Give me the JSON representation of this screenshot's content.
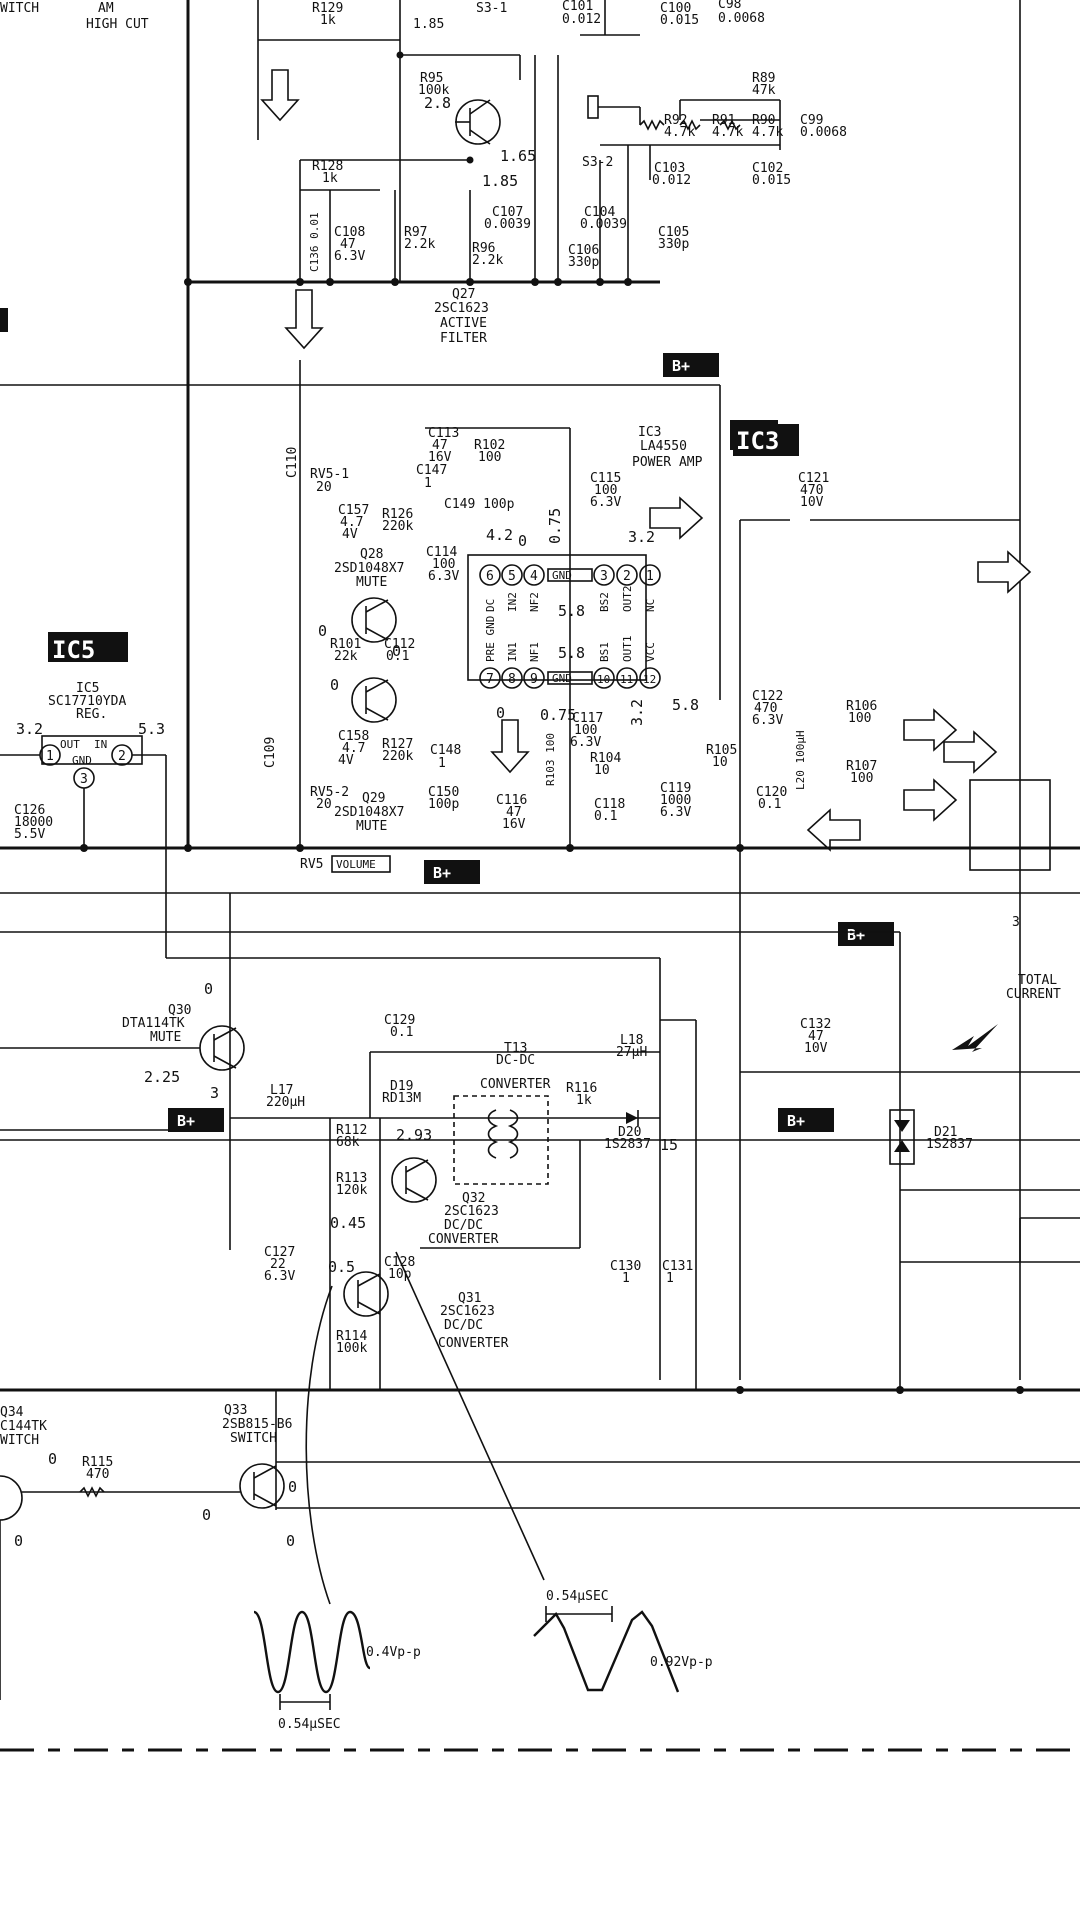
{
  "top_fragments": {
    "l1": "WITCH",
    "l2": "AM",
    "l3": "HIGH CUT",
    "l4": "R129",
    "l5": "1k",
    "l6": "1.85",
    "l7": "S3-1",
    "l8": "C101",
    "l9": "0.012",
    "l10": "C100",
    "l11": "0.015",
    "l12": "C98",
    "l13": "0.0068"
  },
  "filter": {
    "r95": "R95",
    "r95v": "100k",
    "v28": "2.8",
    "v165": "1.65",
    "r89": "R89",
    "r89v": "47k",
    "r92": "R92",
    "r92v": "4.7k",
    "r91": "R91",
    "r91v": "4.7k",
    "r90": "R90",
    "r90v": "4.7k",
    "c99": "C99",
    "c99v": "0.0068",
    "s32": "S3-2",
    "c103": "C103",
    "c103v": "0.012",
    "c102": "C102",
    "c102v": "0.015",
    "r128": "R128",
    "r128v": "1k",
    "v185b": "1.85",
    "c136": "C136 0.01",
    "c108": "C108",
    "c108v1": "47",
    "c108v2": "6.3V",
    "r97": "R97",
    "r97v": "2.2k",
    "c107": "C107",
    "c107v": "0.0039",
    "r96": "R96",
    "r96v": "2.2k",
    "c106": "C106",
    "c106v": "330p",
    "c104": "C104",
    "c104v": "0.0039",
    "c105": "C105",
    "c105v": "330p",
    "q27": "Q27",
    "q27p": "2SC1623",
    "q27f1": "ACTIVE",
    "q27f2": "FILTER"
  },
  "bplus": "B+",
  "ic3": {
    "label": "IC3",
    "ref": "IC3",
    "part": "LA4550",
    "func": "POWER AMP",
    "c113": "C113",
    "c113v1": "47",
    "c113v2": "16V",
    "r102": "R102",
    "r102v": "100",
    "c110": "C110",
    "rv51": "RV5-1",
    "rv51v": "20",
    "c147": "C147",
    "c147v": "1",
    "c157": "C157",
    "c157v1": "4.7",
    "c157v2": "4V",
    "r126": "R126",
    "r126v": "220k",
    "c149": "C149 100p",
    "v42": "4.2",
    "v0": "0",
    "v075": "0.75",
    "c114": "C114",
    "c114v1": "100",
    "c114v2": "6.3V",
    "c115": "C115",
    "c115v1": "100",
    "c115v2": "6.3V",
    "v32": "3.2",
    "c121": "C121",
    "c121v1": "470",
    "c121v2": "10V",
    "q28": "Q28",
    "q28p": "2SD1048X7",
    "q28f": "MUTE",
    "pins_top": [
      "6",
      "5",
      "4",
      "3",
      "2",
      "1"
    ],
    "pins_bot": [
      "7",
      "8",
      "9",
      "10",
      "11",
      "12"
    ],
    "pn_top": [
      "DC",
      "IN2",
      "NF2",
      "BS2",
      "OUT2",
      "NC"
    ],
    "pn_bot": [
      "PRE GND",
      "IN1",
      "NF1",
      "BS1",
      "OUT1",
      "VCC"
    ],
    "gnd": "GND",
    "v58a": "5.8",
    "v58b": "5.8",
    "v58c": "5.8",
    "r101": "R101",
    "r101v": "22k",
    "c112": "C112",
    "c112v": "0.1",
    "q29": "Q29",
    "q29p": "2SD1048X7",
    "q29f": "MUTE",
    "c158": "C158",
    "c158v1": "4.7",
    "c158v2": "4V",
    "r127": "R127",
    "r127v": "220k",
    "c148": "C148",
    "c148v": "1",
    "c109": "C109",
    "rv52": "RV5-2",
    "rv52v": "20",
    "c150": "C150",
    "c150v": "100p",
    "c116": "C116",
    "c116v1": "47",
    "c116v2": "16V",
    "r103": "R103 100",
    "c117": "C117",
    "c117v1": "100",
    "c117v2": "6.3V",
    "r104": "R104",
    "r104v": "10",
    "c118": "C118",
    "c118v": "0.1",
    "c119": "C119",
    "c119v1": "1000",
    "c119v2": "6.3V",
    "r105": "R105",
    "r105v": "10",
    "c120": "C120",
    "c120v": "0.1",
    "c122": "C122",
    "c122v1": "470",
    "c122v2": "6.3V",
    "l20": "L20 100μH",
    "r106": "R106",
    "r106v": "100",
    "r107": "R107",
    "r107v": "100",
    "rv5": "RV5",
    "volume": "VOLUME",
    "three": "3"
  },
  "ic5": {
    "label": "IC5",
    "ref": "IC5",
    "part": "SC17710YDA",
    "func": "REG.",
    "out": "OUT",
    "in": "IN",
    "gnd": "GND",
    "p1": "1",
    "p2": "2",
    "p3": "3",
    "v32": "3.2",
    "v53": "5.3",
    "c126": "C126",
    "c126v1": "18000",
    "c126v2": "5.5V"
  },
  "converter": {
    "q30": "Q30",
    "q30p": "DTA114TK",
    "q30f": "MUTE",
    "v0": "0",
    "v225": "2.25",
    "v3": "3",
    "l17": "L17",
    "l17v": "220μH",
    "c129": "C129",
    "c129v": "0.1",
    "t13": "T13",
    "t13f": "DC-DC",
    "d19": "D19",
    "d19p": "RD13M",
    "conv": "CONVERTER",
    "r116": "R116",
    "r116v": "1k",
    "d20": "D20",
    "d20p": "1S2837",
    "v15": "15",
    "l18": "L18",
    "l18v": "27μH",
    "r112": "R112",
    "r112v": "68k",
    "v293": "2.93",
    "r113": "R113",
    "r113v": "120k",
    "q32": "Q32",
    "q32p": "2SC1623",
    "q32f1": "DC/DC",
    "q32f2": "CONVERTER",
    "v045": "0.45",
    "c127": "C127",
    "c127v1": "22",
    "c127v2": "6.3V",
    "v05": "0.5",
    "c128": "C128",
    "c128v": "10p",
    "q31": "Q31",
    "q31p": "2SC1623",
    "q31f1": "DC/DC",
    "q31f2": "CONVERTER",
    "r114": "R114",
    "r114v": "100k",
    "c130": "C130",
    "c130v": "1",
    "c131": "C131",
    "c131v": "1",
    "c132": "C132",
    "c132v1": "47",
    "c132v2": "10V",
    "total1": "TOTAL",
    "total2": "CURRENT",
    "d21": "D21",
    "d21p": "1S2837"
  },
  "switch": {
    "q34": "Q34",
    "q34p": "C144TK",
    "q34f": "WITCH",
    "v0a": "0",
    "r115": "R115",
    "r115v": "470",
    "v0b": "0",
    "q33": "Q33",
    "q33p": "2SB815-B6",
    "q33f": "SWITCH",
    "v0c": "0",
    "v0d": "0",
    "v0e": "0"
  },
  "waveforms": {
    "w1_amp": "0.4Vp-p",
    "w1_period": "0.54μSEC",
    "w2_amp": "0.92Vp-p",
    "w2_period": "0.54μSEC"
  }
}
